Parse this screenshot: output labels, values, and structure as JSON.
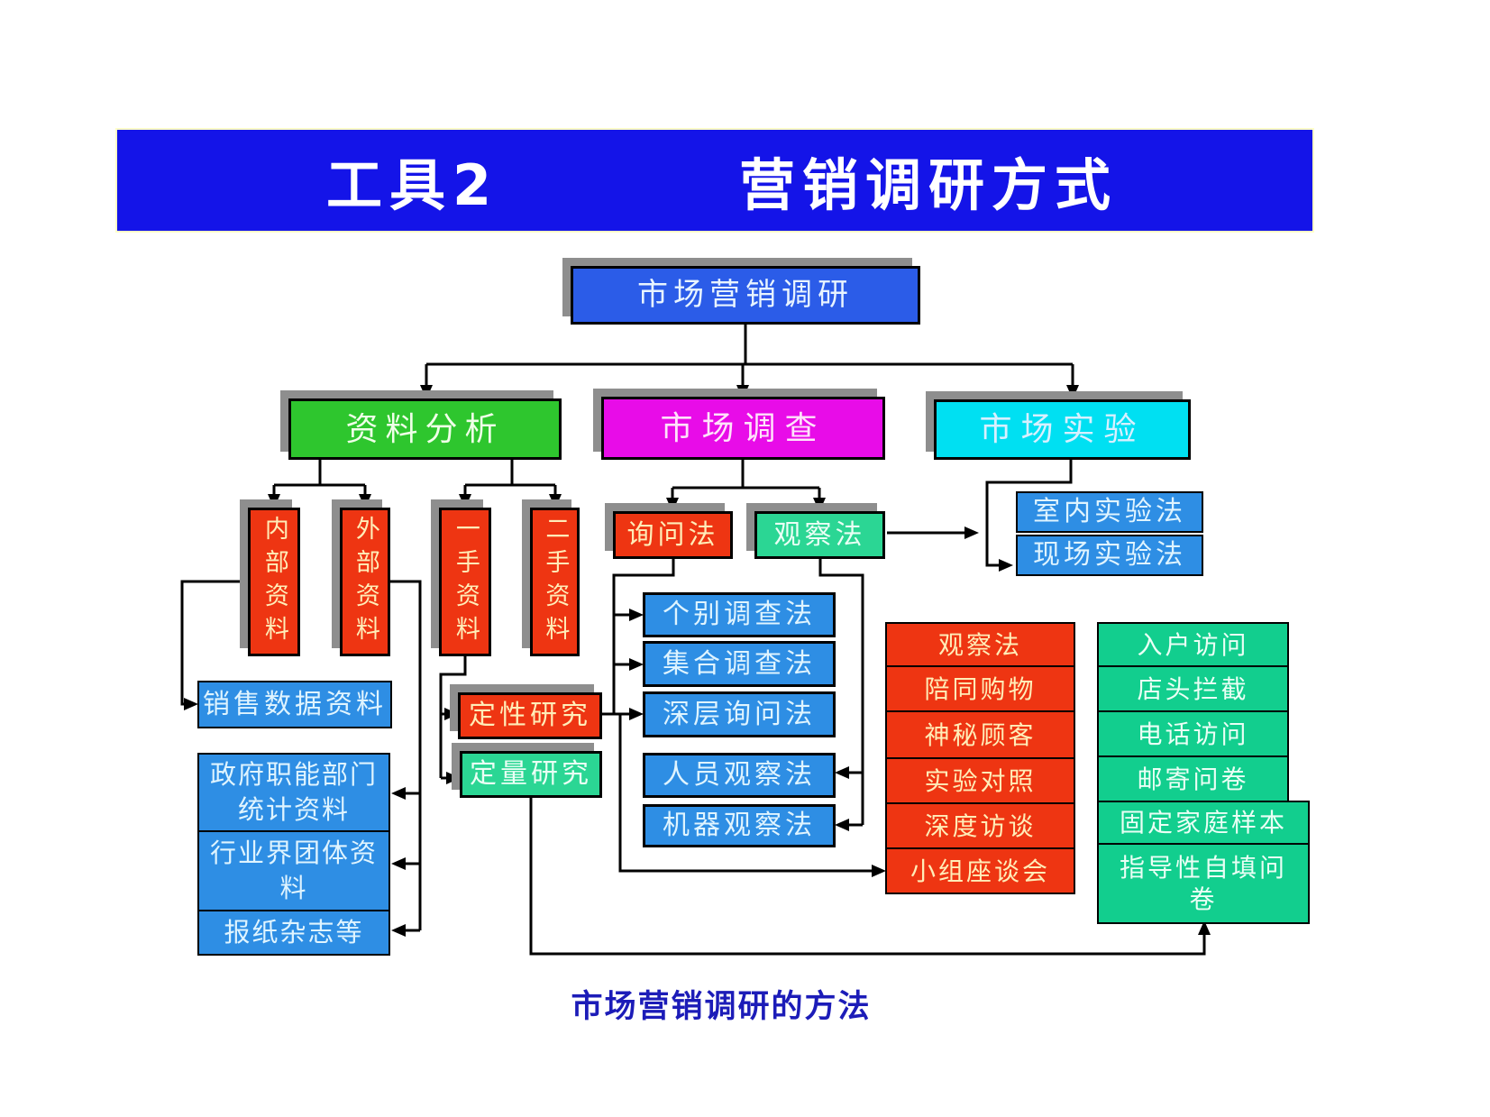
{
  "title": {
    "part1": "工具2",
    "part2": "营销调研方式"
  },
  "caption": "市场营销调研的方法",
  "nodes": {
    "root": "市场营销调研",
    "branch_data": "资料分析",
    "branch_survey": "市场调查",
    "branch_experiment": "市场实验",
    "internal_data": "内部资料",
    "external_data": "外部资料",
    "primary_data": "一手资料",
    "secondary_data": "二手资料",
    "inquiry": "询问法",
    "observation": "观察法",
    "indoor_experiment": "室内实验法",
    "field_experiment": "现场实验法",
    "individual_survey": "个别调查法",
    "group_survey": "集合调查法",
    "deep_inquiry": "深层询问法",
    "human_observation": "人员观察法",
    "machine_observation": "机器观察法",
    "qualitative": "定性研究",
    "quantitative": "定量研究",
    "sales_data": "销售数据资料",
    "gov_stats": "政府职能部门统计资料",
    "industry_data": "行业界团体资料",
    "newspapers": "报纸杂志等",
    "qual_methods": [
      "观察法",
      "陪同购物",
      "神秘顾客",
      "实验对照",
      "深度访谈",
      "小组座谈会"
    ],
    "quant_methods": [
      "入户访问",
      "店头拦截",
      "电话访问",
      "邮寄问卷",
      "固定家庭样本",
      "指导性自填问卷"
    ]
  },
  "colors": {
    "banner_bg": "#1414E8",
    "banner_border": "#FFFFC8",
    "root_blue": "#2B5CE8",
    "branch_green": "#2EC62E",
    "branch_magenta": "#E80CE8",
    "branch_cyan": "#00E0F2",
    "red": "#EE3512",
    "spring_green": "#2BD694",
    "column_green": "#12CE8E",
    "blue": "#2E8EE4",
    "caption_text": "#1C1CB8",
    "shadow": "#8E8E8E",
    "line": "#000000"
  }
}
